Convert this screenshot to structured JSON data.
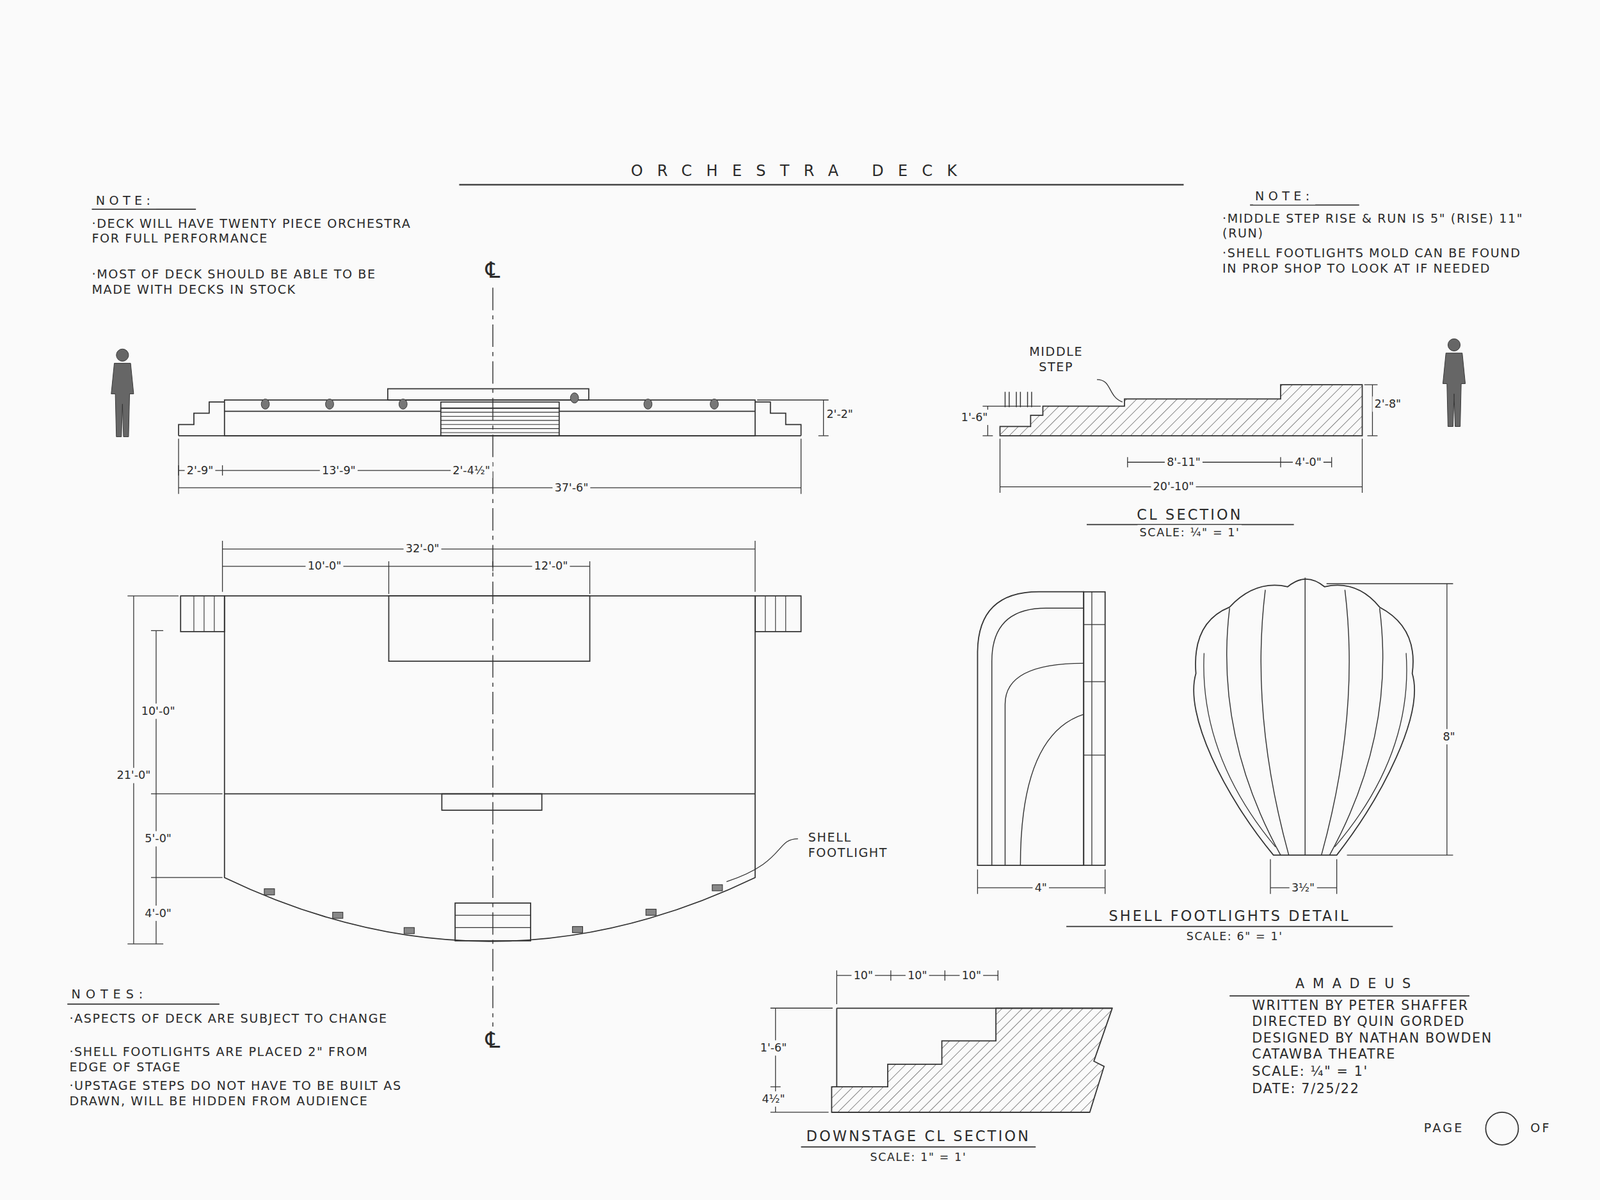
{
  "diagram": {
    "title": "ORCHESTRA DECK",
    "labels": [
      "NOTE:",
      "·DECK WILL HAVE TWENTY PIECE ORCHESTRA FOR FULL PERFORMANCE",
      "·MOST OF DECK SHOULD BE ABLE TO BE MADE WITH DECKS IN STOCK",
      "℄",
      "2'-9\"",
      "13'-9\"",
      "2'-4½\"",
      "37'-6\"",
      "2'-2\"",
      "NOTE:",
      "·MIDDLE STEP RISE & RUN IS 5\" (RISE) 11\" (RUN)",
      "·SHELL FOOTLIGHTS MOLD CAN BE FOUND IN PROP SHOP TO LOOK AT IF NEEDED",
      "MIDDLE STEP",
      "1'-6\"",
      "2'-8\"",
      "8'-11\"",
      "4'-0\"",
      "20'-10\"",
      "CL SECTION",
      "SCALE: ¼\" = 1'",
      "32'-0\"",
      "10'-0\"",
      "12'-0\"",
      "10'-0\"",
      "21'-0\"",
      "5'-0\"",
      "4'-0\"",
      "SHELL FOOTLIGHT",
      "4\"",
      "3½\"",
      "8\"",
      "SHELL FOOTLIGHTS DETAIL",
      "SCALE: 6\" = 1'",
      "10\"",
      "10\"",
      "10\"",
      "1'-6\"",
      "4½\"",
      "DOWNSTAGE CL SECTION",
      "SCALE: 1\" = 1'",
      "NOTES:",
      "·ASPECTS OF DECK ARE SUBJECT TO CHANGE",
      "·SHELL FOOTLIGHTS ARE PLACED 2\" FROM EDGE OF STAGE",
      "·UPSTAGE STEPS DO NOT HAVE TO BE BUILT AS DRAWN, WILL BE HIDDEN FROM AUDIENCE",
      "℄",
      "AMADEUS",
      "WRITTEN BY PETER SHAFFER",
      "DIRECTED BY QUIN GORDED",
      "DESIGNED BY NATHAN BOWDEN",
      "CATAWBA THEATRE",
      "SCALE: ¼\" = 1'",
      "DATE: 7/25/22",
      "PAGE",
      "OF"
    ]
  }
}
